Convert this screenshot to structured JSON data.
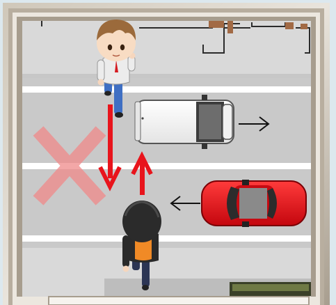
{
  "scene": {
    "figures": [
      {
        "name": "pedestrian-top",
        "description_free": true
      },
      {
        "name": "pedestrian-bottom",
        "description_free": true
      }
    ],
    "vehicles": [
      {
        "name": "white-van",
        "direction": "right"
      },
      {
        "name": "red-car",
        "direction": "left"
      }
    ],
    "arrows": [
      {
        "name": "red-arrow-down",
        "color": "#e8141c"
      },
      {
        "name": "red-arrow-up",
        "color": "#e8141c"
      },
      {
        "name": "black-arrow-right",
        "color": "#111111"
      },
      {
        "name": "black-arrow-left",
        "color": "#111111"
      }
    ],
    "cross_mark": {
      "color": "#f08a8a",
      "meaning": "prohibited"
    }
  },
  "colors": {
    "frame_outer": "#b5ab9c",
    "frame_inner": "#ece7df",
    "road": "#c9c9c9",
    "sidewalk": "#dcdcdc",
    "lane_line": "#ffffff",
    "accent_red": "#e8141c"
  }
}
